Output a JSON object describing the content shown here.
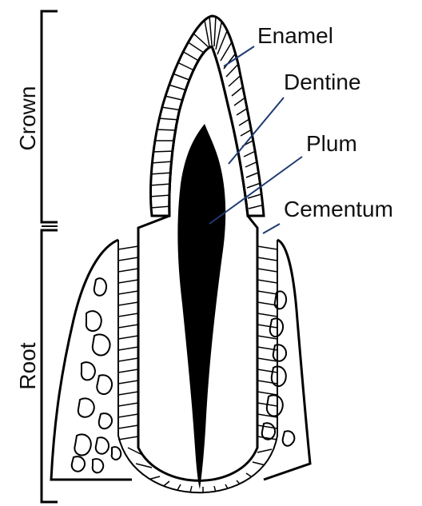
{
  "labels": {
    "enamel": "Enamel",
    "dentine": "Dentine",
    "plum": "Plum",
    "cementum": "Cementum",
    "crown": "Crown",
    "root": "Root"
  },
  "colors": {
    "ink": "#000000",
    "pointer": "#1f3a73",
    "background": "#ffffff"
  }
}
